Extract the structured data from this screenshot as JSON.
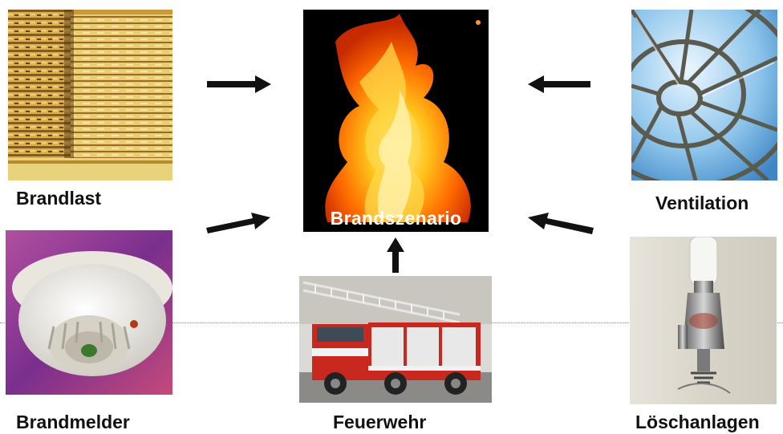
{
  "center": {
    "caption": "Brandszenario"
  },
  "factors": {
    "fire_load": "Brandlast",
    "detector": "Brandmelder",
    "fire_brigade": "Feuerwehr",
    "ventilation": "Ventilation",
    "extinguishing": "Löschanlagen"
  },
  "colors": {
    "arrow": "#111111",
    "flame_core": "#ffe04a",
    "flame_outer": "#e03a00",
    "background_center": "#000000",
    "truck_red": "#c8281e"
  }
}
